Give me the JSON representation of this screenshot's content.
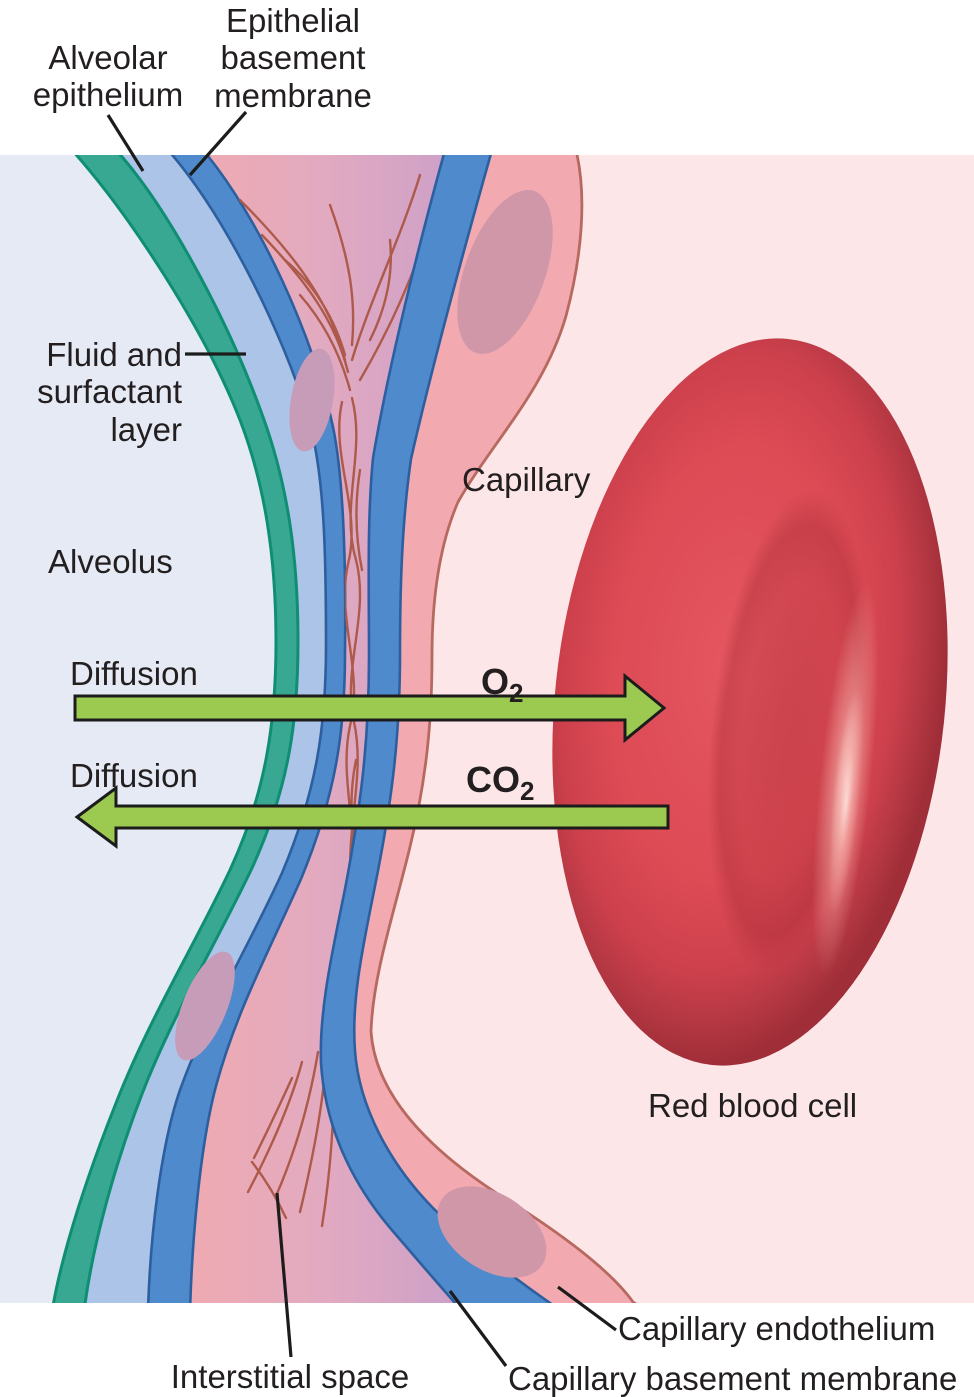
{
  "labels": {
    "alveolar_epithelium": "Alveolar\nepithelium",
    "epithelial_basement_membrane": "Epithelial\nbasement\nmembrane",
    "fluid_surfactant_layer": "Fluid and\nsurfactant\nlayer",
    "alveolus": "Alveolus",
    "capillary": "Capillary",
    "red_blood_cell": "Red blood cell",
    "interstitial_space": "Interstitial space",
    "capillary_basement_membrane": "Capillary basement membrane",
    "capillary_endothelium": "Capillary endothelium"
  },
  "diffusion": {
    "o2": {
      "label": "Diffusion",
      "gas_main": "O",
      "gas_sub": "2",
      "direction": "alveolus-to-red-blood-cell (right)"
    },
    "co2": {
      "label": "Diffusion",
      "gas_main": "CO",
      "gas_sub": "2",
      "direction": "red-blood-cell-to-alveolus (left)"
    }
  },
  "colors": {
    "alveolus_bg": "#e5eaf5",
    "fluid_surfactant_teal": "#38a892",
    "teal_edge": "#0f8e73",
    "epithelium_blue": "#abc4e7",
    "basement_membrane_blue": "#4f8acc",
    "blue_edge": "#2d5f9f",
    "interstitial_pink": "#eeaab2",
    "interstitial_mauve": "#cb9fc9",
    "fiber_brown": "#ad5a4b",
    "endothelium_pink": "#f2a9b0",
    "endothelium_edge": "#b8695f",
    "capillary_lumen": "#fce6e7",
    "nucleus_mauve": "#c69cb8",
    "endothelial_nucleus": "#d097a9",
    "arrow_green": "#9cc950",
    "arrow_outline": "#1c1c1c",
    "rbc_red": "#d8454e",
    "text": "#231f20"
  }
}
